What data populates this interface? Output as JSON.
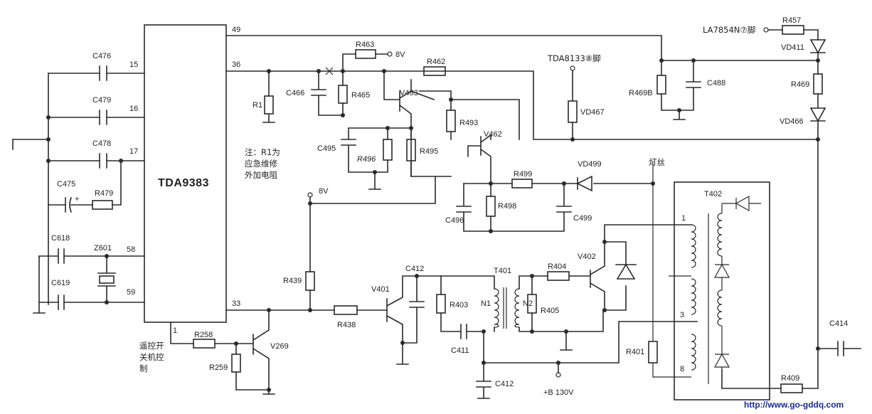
{
  "ic": {
    "name": "TDA9383",
    "pins": {
      "p49": "49",
      "p36": "36",
      "p15": "15",
      "p16": "16",
      "p17": "17",
      "p58": "58",
      "p59": "59",
      "p33": "33",
      "p1": "1"
    }
  },
  "components": {
    "C476": "C476",
    "C479": "C479",
    "C478": "C478",
    "C475": "C475",
    "R479": "R479",
    "C618": "C618",
    "C619": "C619",
    "Z601": "Z601",
    "R1": "R1",
    "C466": "C466",
    "R465": "R465",
    "R463": "R463",
    "R462": "R462",
    "V463": "V463",
    "R493": "R493",
    "V462": "V462",
    "C495": "C495",
    "R496": "R496",
    "R495": "R495",
    "R499": "R499",
    "VD499": "VD499",
    "R498": "R498",
    "C496": "C496",
    "C499": "C499",
    "R439": "R439",
    "R438": "R438",
    "V401": "V401",
    "C412a": "C412",
    "R403": "R403",
    "C411": "C411",
    "C412b": "C412",
    "T401": "T401",
    "N1": "N1",
    "N2": "N2",
    "R404": "R404",
    "R405": "R405",
    "V402": "V402",
    "R258": "R258",
    "R259": "R259",
    "V269": "V269",
    "VD467": "VD467",
    "R469B": "R469B",
    "C488": "C488",
    "R457": "R457",
    "VD411": "VD411",
    "R469": "R469",
    "VD466": "VD466",
    "T402": "T402",
    "R401": "R401",
    "R409": "R409",
    "C414": "C414"
  },
  "labels": {
    "v8a": "8V",
    "v8b": "8V",
    "tda8133": "TDA8133⑧脚",
    "la7854n": "LA7854N⑦脚",
    "filament": "灯丝",
    "bplus": "+B 130V",
    "note1": "注：R1为",
    "note2": "应急维修",
    "note3": "外加电阻",
    "remote1": "遥控开",
    "remote2": "关机控",
    "remote3": "制",
    "t402p1": "1",
    "t402p3": "3",
    "t402p8": "8"
  },
  "watermark": "http://www.go-gddq.com"
}
